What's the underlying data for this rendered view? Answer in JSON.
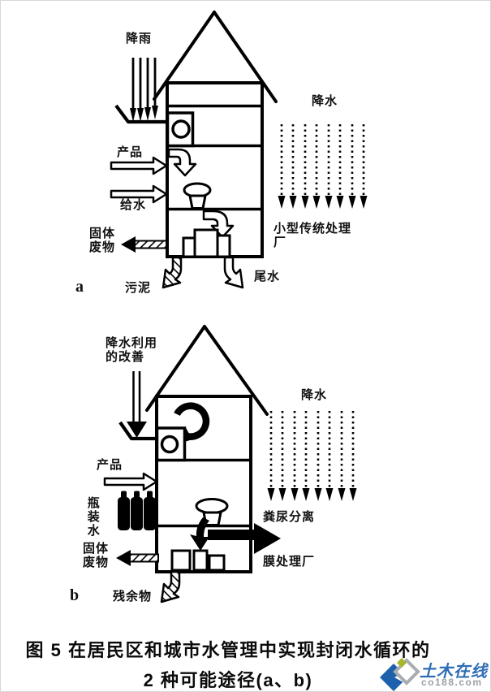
{
  "caption": {
    "line1": "图 5  在居民区和城市水管理中实现封闭水循环的",
    "line2": "2 种可能途径(a、b)"
  },
  "diagram_a": {
    "panel_label": "a",
    "rainfall": "降雨",
    "product": "产品",
    "water_supply": "给水",
    "solid_waste": "固体\n废物",
    "sludge": "污泥",
    "tail_water": "尾水",
    "precipitation": "降水",
    "treatment_plant": "小型传统处理\n厂"
  },
  "diagram_b": {
    "panel_label": "b",
    "rain_improvement": "降水利用\n的改善",
    "product": "产品",
    "bottled_water": "瓶装水",
    "solid_waste": "固体\n废物",
    "residue": "残余物",
    "precipitation": "降水",
    "separation": "粪尿分离",
    "membrane_plant": "膜处理厂"
  },
  "logo": {
    "site_name": "土木在线",
    "site_domain": "co188.com",
    "blue": "#1d61ac",
    "gray": "#a9adb2",
    "green": "#a8b62a"
  }
}
